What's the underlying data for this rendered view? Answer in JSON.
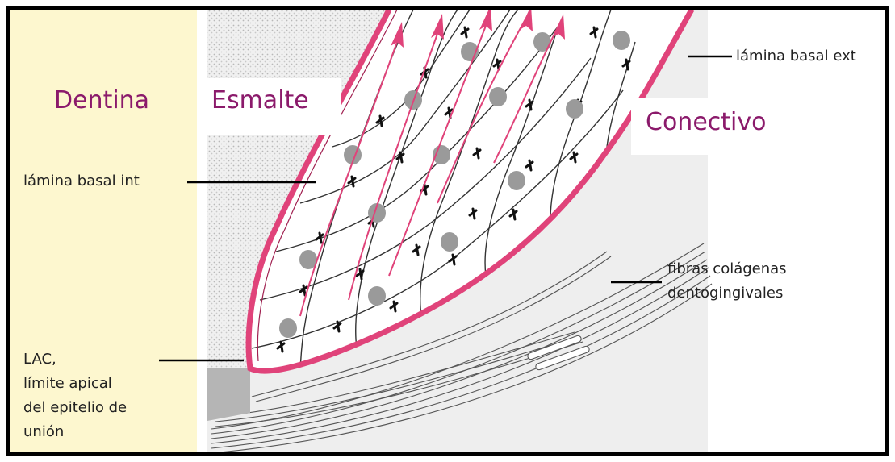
{
  "regions": {
    "dentina": "Dentina",
    "esmalte": "Esmalte",
    "conectivo": "Conectivo"
  },
  "labels": {
    "lamina_basal_ext": "lámina basal ext",
    "lamina_basal_int": "lámina basal int",
    "fibras_line1": "fibras colágenas",
    "fibras_line2": "dentogingivales",
    "lac_line1": "LAC,",
    "lac_line2": "límite apical",
    "lac_line3": "del epitelio de",
    "lac_line4": "unión"
  },
  "colors": {
    "dentin_bg": "#fdf7cf",
    "lamina_pink": "#e0437a",
    "region_text": "#8b1a6b",
    "cell_nucleus": "#9a9a9a"
  }
}
